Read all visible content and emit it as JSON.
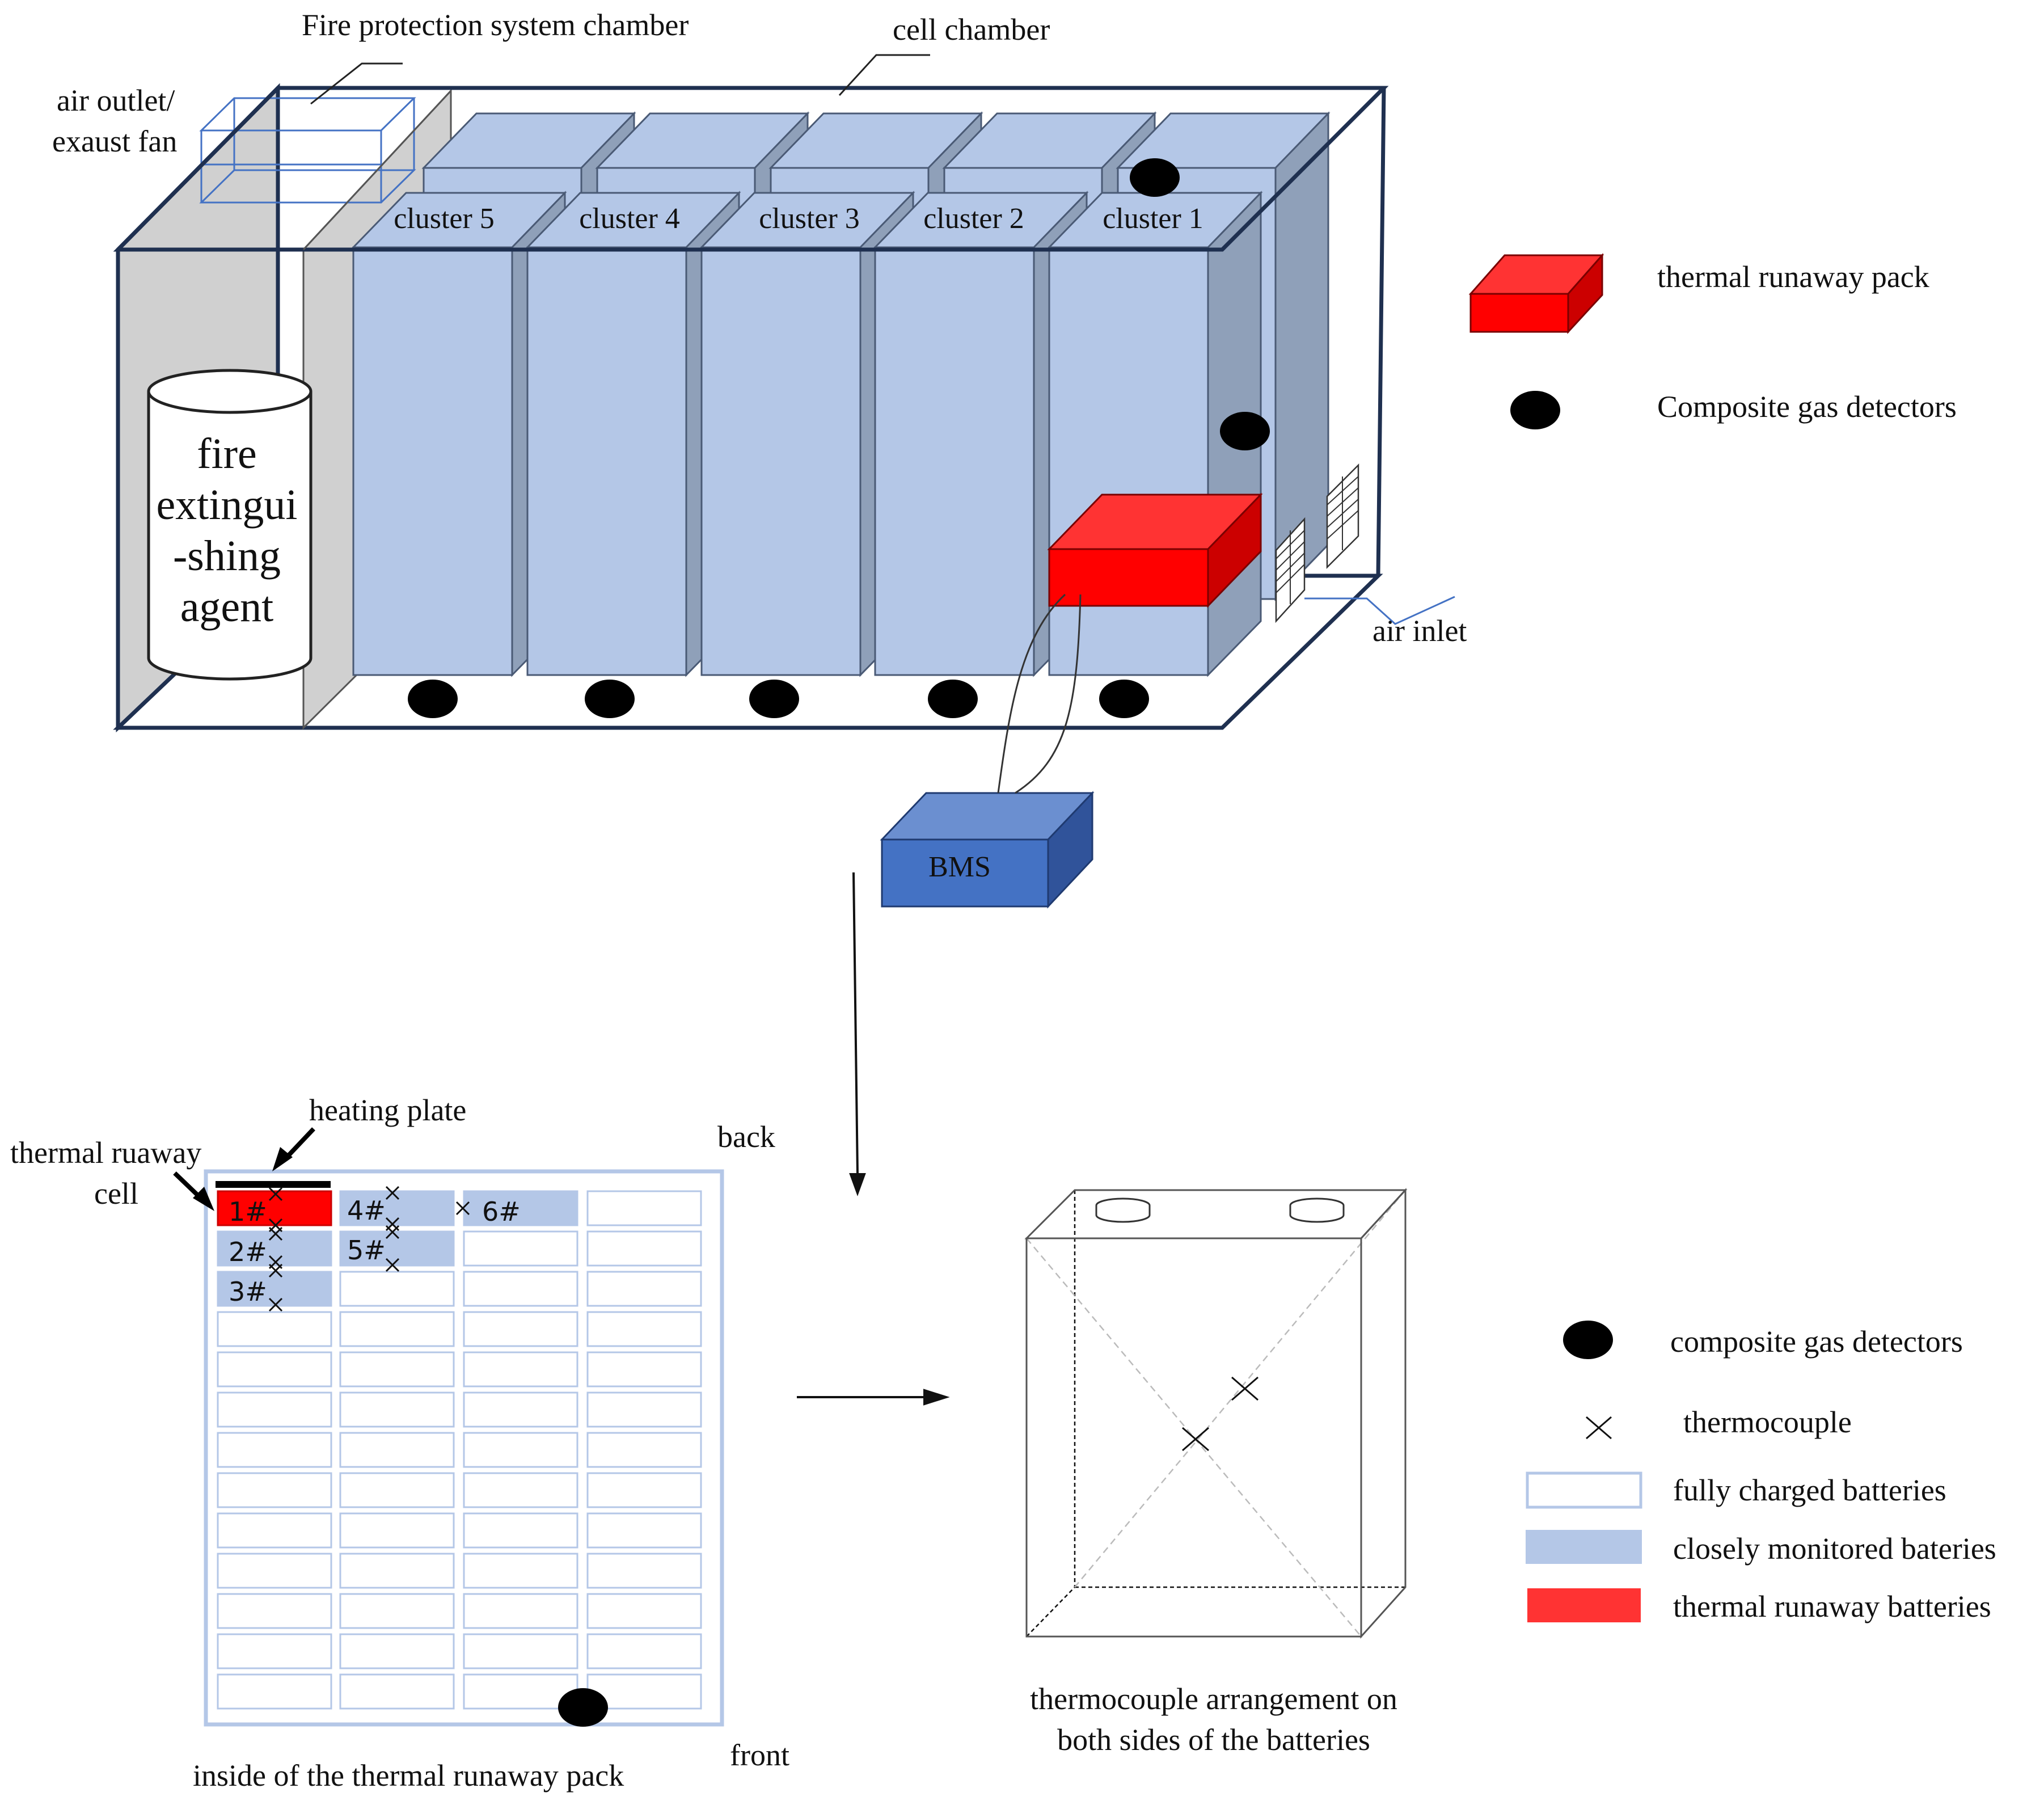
{
  "labels": {
    "fire_chamber": "Fire protection system chamber",
    "cell_chamber": "cell chamber",
    "air_outlet_1": "air outlet/",
    "air_outlet_2": "exaust fan",
    "air_inlet": "air inlet",
    "agent_1": "fire",
    "agent_2": "extingui",
    "agent_3": "-shing",
    "agent_4": "agent",
    "bms": "BMS",
    "heating_plate": "heating plate",
    "tr_cell_1": "thermal ruaway",
    "tr_cell_2": "cell",
    "back": "back",
    "front": "front",
    "pack_caption": "inside of the thermal runaway pack",
    "tc_caption_1": "thermocouple arrangement on",
    "tc_caption_2": "both sides of the batteries"
  },
  "clusters": [
    "cluster 5",
    "cluster 4",
    "cluster 3",
    "cluster 2",
    "cluster 1"
  ],
  "cell_ids": [
    "1#",
    "2#",
    "3#",
    "4#",
    "5#",
    "6#"
  ],
  "legend_top": {
    "pack": "thermal runaway pack",
    "detector": "Composite gas detectors"
  },
  "legend_bottom": {
    "detector": "composite gas detectors",
    "thermocouple": "thermocouple",
    "fully": "fully charged batteries",
    "monitored": "closely monitored bateries",
    "runaway": "thermal runaway batteries"
  },
  "colors": {
    "rack_front": "#b4c7e7",
    "rack_side": "#8fa0b9",
    "red": "#ff0000",
    "red_top": "#ff3333",
    "bms": "#4472c4",
    "frame": "#1f3050",
    "wall": "#d0d0d0"
  },
  "icons": {
    "detector": "black-ellipse",
    "thermocouple": "x-mark"
  }
}
